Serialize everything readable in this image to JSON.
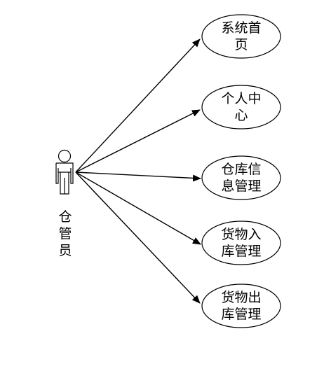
{
  "actor": {
    "label_lines": [
      "仓",
      "管",
      "员"
    ]
  },
  "use_cases": [
    {
      "lines": [
        "系统首",
        "页"
      ]
    },
    {
      "lines": [
        "个人中",
        "心"
      ]
    },
    {
      "lines": [
        "仓库信",
        "息管理"
      ]
    },
    {
      "lines": [
        "货物入",
        "库管理"
      ]
    },
    {
      "lines": [
        "货物出",
        "库管理"
      ]
    }
  ],
  "colors": {
    "stroke": "#000000",
    "background": "#ffffff"
  }
}
